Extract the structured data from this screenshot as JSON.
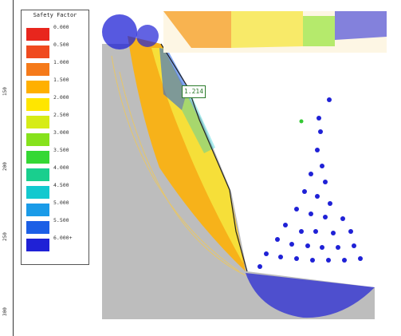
{
  "ruler_ticks": [
    "150",
    "200",
    "250",
    "300"
  ],
  "legend": {
    "title": "Safety Factor",
    "entries": [
      {
        "label": "0.000",
        "color": "#e8261d"
      },
      {
        "label": "0.500",
        "color": "#f04a1f"
      },
      {
        "label": "1.000",
        "color": "#f57a1a"
      },
      {
        "label": "1.500",
        "color": "#ffb000"
      },
      {
        "label": "2.000",
        "color": "#ffe600"
      },
      {
        "label": "2.500",
        "color": "#d6ec16"
      },
      {
        "label": "3.000",
        "color": "#86e21c"
      },
      {
        "label": "3.500",
        "color": "#34d834"
      },
      {
        "label": "4.000",
        "color": "#19cf8e"
      },
      {
        "label": "4.500",
        "color": "#13c9cf"
      },
      {
        "label": "5.000",
        "color": "#1a9be8"
      },
      {
        "label": "5.500",
        "color": "#1c5fe6"
      },
      {
        "label": "6.000+",
        "color": "#1f21d6"
      }
    ]
  },
  "min_factor_label": "1.214",
  "colors": {
    "ground": "#bdbdbd",
    "orange": "#f7b21a",
    "yellow": "#f6e640",
    "blue": "#1f21d6",
    "green": "#34c834"
  }
}
